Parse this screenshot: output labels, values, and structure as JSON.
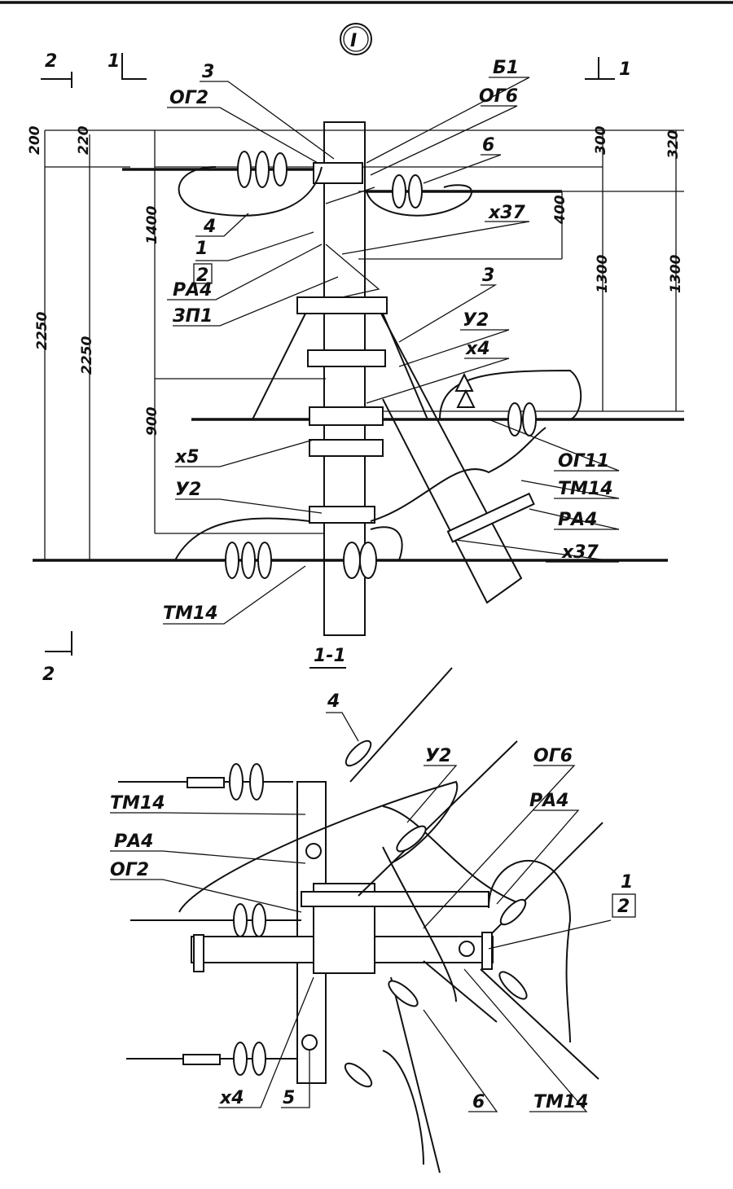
{
  "sheet": {
    "view_marker": "I",
    "section_title": "1-1"
  },
  "section_marks": {
    "left_2_top": "2",
    "left_1": "1",
    "right_1": "1",
    "left_2_bottom": "2"
  },
  "elevation": {
    "dimensions_left": [
      "200",
      "220",
      "1400",
      "2250",
      "2250",
      "900"
    ],
    "dimensions_right": [
      "300",
      "320",
      "400",
      "1300",
      "1300"
    ],
    "labels": {
      "l3_top": "3",
      "og2": "ОГ2",
      "b1": "Б1",
      "og6": "ОГ6",
      "l6": "6",
      "l4": "4",
      "x37_top": "х37",
      "l1": "1",
      "l2_box": "2",
      "pa4_left": "РА4",
      "zp1": "ЗП1",
      "l3_mid": "3",
      "u2_top": "У2",
      "x4": "х4",
      "x5": "х5",
      "u2_bottom": "У2",
      "og11": "ОГ11",
      "tm14_right": "ТМ14",
      "pa4_right": "РА4",
      "x37_bottom": "х37",
      "tm14_left": "ТМ14"
    }
  },
  "plan": {
    "labels": {
      "l4": "4",
      "u2": "У2",
      "og6": "ОГ6",
      "tm14_left": "ТМ14",
      "pa4_right": "РА4",
      "pa4_left": "РА4",
      "og2": "ОГ2",
      "l1": "1",
      "l2_box": "2",
      "x4": "х4",
      "l5": "5",
      "l6": "6",
      "tm14_bottom": "ТМ14"
    }
  }
}
